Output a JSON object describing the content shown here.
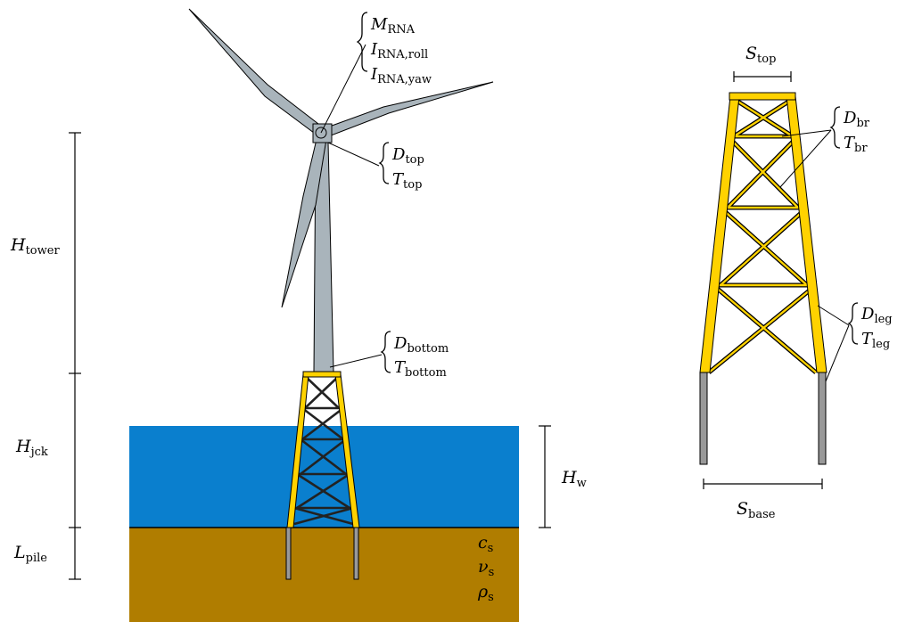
{
  "colors": {
    "water": "#0a7fce",
    "seabed": "#b07d00",
    "steel_yellow": "#ffd200",
    "grey": "#a9b4bb",
    "pile_grey": "#999999",
    "outline": "#000000"
  },
  "labels": {
    "rna_mass": {
      "base": "M",
      "sub": "RNA"
    },
    "rna_roll": {
      "base": "I",
      "sub": "RNA,roll"
    },
    "rna_yaw": {
      "base": "I",
      "sub": "RNA,yaw"
    },
    "d_top": {
      "base": "D",
      "sub": "top"
    },
    "t_top": {
      "base": "T",
      "sub": "top"
    },
    "d_bottom": {
      "base": "D",
      "sub": "bottom"
    },
    "t_bottom": {
      "base": "T",
      "sub": "bottom"
    },
    "h_tower": {
      "base": "H",
      "sub": "tower"
    },
    "h_jck": {
      "base": "H",
      "sub": "jck"
    },
    "l_pile": {
      "base": "L",
      "sub": "pile"
    },
    "h_w": {
      "base": "H",
      "sub": "w"
    },
    "c_s": {
      "base": "c",
      "sub": "s"
    },
    "nu_s": {
      "base": "ν",
      "sub": "s"
    },
    "rho_s": {
      "base": "ρ",
      "sub": "s"
    },
    "s_top": {
      "base": "S",
      "sub": "top"
    },
    "s_base": {
      "base": "S",
      "sub": "base"
    },
    "d_br": {
      "base": "D",
      "sub": "br"
    },
    "t_br": {
      "base": "T",
      "sub": "br"
    },
    "d_leg": {
      "base": "D",
      "sub": "leg"
    },
    "t_leg": {
      "base": "T",
      "sub": "leg"
    }
  }
}
